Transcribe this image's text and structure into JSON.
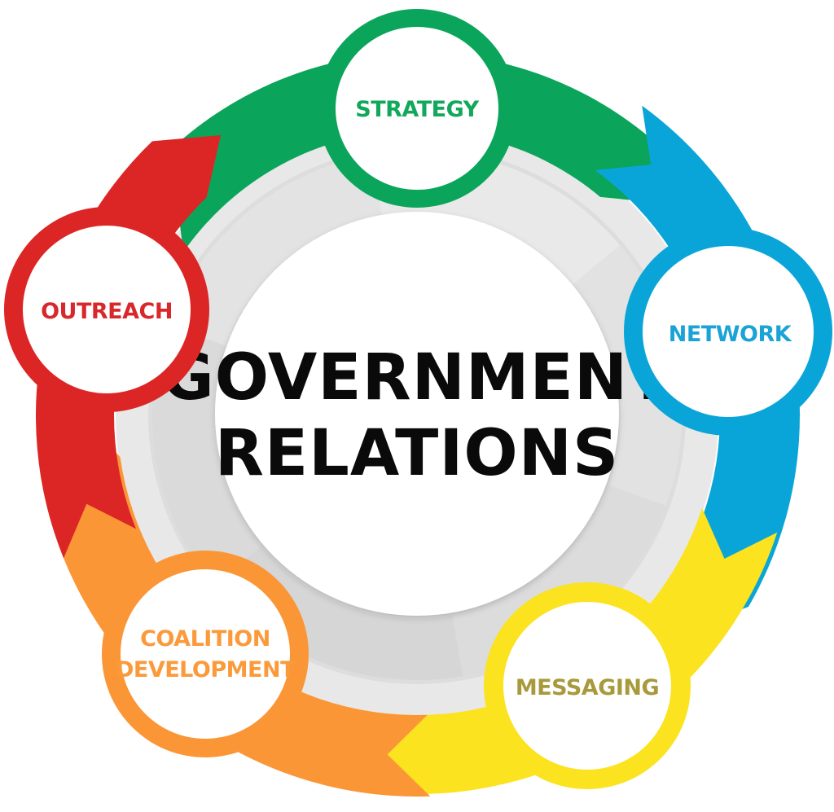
{
  "center": {
    "line1": "GOVERNMENT",
    "line2": "RELATIONS",
    "color": "#0a0a0a"
  },
  "nodes": [
    {
      "id": "strategy",
      "lines": [
        "STRATEGY"
      ],
      "color": "#0aa55a",
      "text_color": "#12a85c",
      "icon": "green-arrow"
    },
    {
      "id": "network",
      "lines": [
        "NETWORK"
      ],
      "color": "#0aa5d8",
      "text_color": "#1aa3d6",
      "icon": "blue-arrow"
    },
    {
      "id": "messaging",
      "lines": [
        "MESSAGING"
      ],
      "color": "#fbe320",
      "text_color": "#a89a3c",
      "icon": "yellow-arrow"
    },
    {
      "id": "coalition",
      "lines": [
        "COALITION",
        "DEVELOPMENT"
      ],
      "color": "#fb9637",
      "text_color": "#fb9a3a",
      "icon": "orange-arrow"
    },
    {
      "id": "outreach",
      "lines": [
        "OUTREACH"
      ],
      "color": "#dc2626",
      "text_color": "#d8282b",
      "icon": "red-arrow"
    }
  ]
}
